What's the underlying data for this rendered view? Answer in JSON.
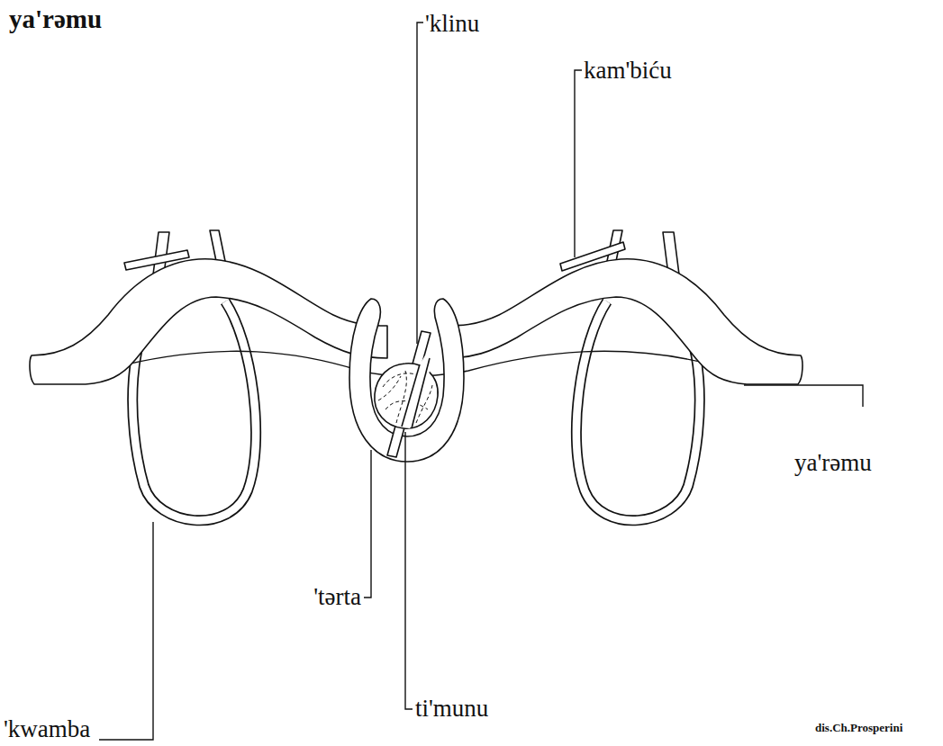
{
  "diagram": {
    "title": "ya'rəmu",
    "labels": [
      "'klinu",
      "kam'biću",
      "ya'rəmu",
      "'tərta",
      "ti'munu",
      "'kwamba",
      "dis.Ch.Prosperini"
    ]
  }
}
